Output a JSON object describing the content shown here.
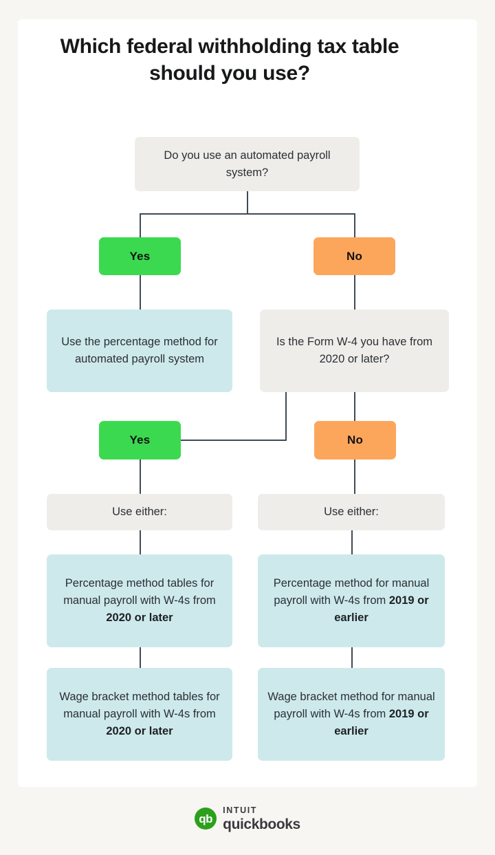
{
  "title": "Which federal withholding tax table should you use?",
  "colors": {
    "page_background": "#f7f6f2",
    "card_background": "#ffffff",
    "gray_box": "#eeedea",
    "blue_box": "#cde9ec",
    "yes_green": "#3bd94f",
    "no_orange": "#fca65c",
    "connector_line": "#3f4a56",
    "brand_green": "#2ca01c"
  },
  "flowchart": {
    "type": "decision-tree",
    "root_question": "Do you use an automated payroll system?",
    "branch_yes_label": "Yes",
    "branch_no_label": "No",
    "yes_outcome": "Use the percentage method for automated payroll system",
    "no_question": "Is the Form W-4 you have from 2020 or later?",
    "w4_yes_label": "Yes",
    "w4_no_label": "No",
    "left_use_either": "Use either:",
    "right_use_either": "Use either:",
    "left_option_1_plain": "Percentage method tables for manual payroll with W-4s from ",
    "left_option_1_bold": "2020 or later",
    "left_option_2_plain": "Wage bracket method tables for manual payroll with W-4s from ",
    "left_option_2_bold": "2020 or later",
    "right_option_1_plain": "Percentage method for manual payroll with W-4s from ",
    "right_option_1_bold": "2019 or earlier",
    "right_option_2_plain": "Wage bracket method for manual payroll with W-4s from ",
    "right_option_2_bold": "2019 or earlier"
  },
  "footer": {
    "logo_mark": "qb",
    "logo_intuit": "INTUIT",
    "logo_quickbooks": "quickbooks"
  }
}
